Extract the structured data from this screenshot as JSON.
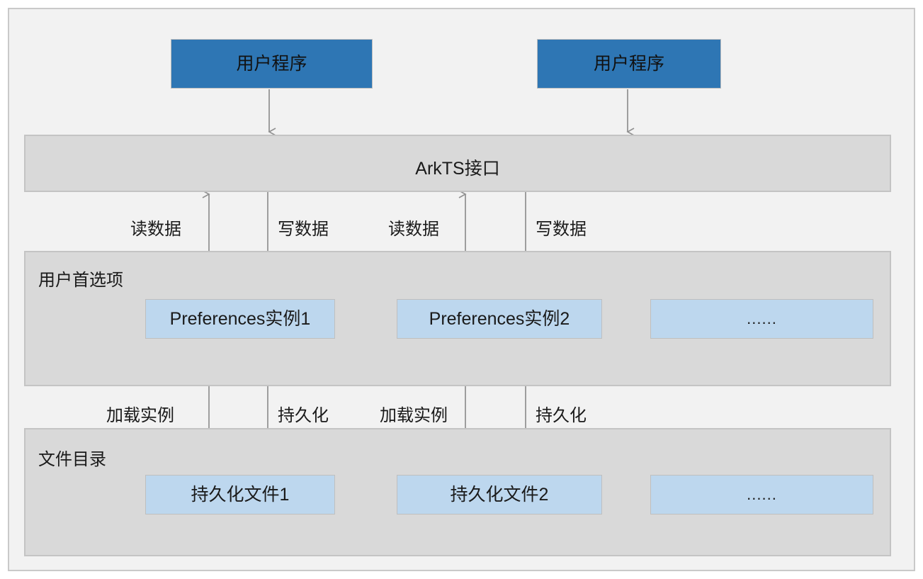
{
  "diagram": {
    "title_hidden": "",
    "colors": {
      "page_background": "#FFFFFF",
      "frame_background": "#F2F2F2",
      "frame_border": "#C9C9C9",
      "band_fill": "#D9D9D9",
      "band_border": "#C4C4C4",
      "user_box_fill": "#2E76B4",
      "instance_box_fill": "#BDD7EE",
      "box_border": "#BFBFBF",
      "arrow": "#909090",
      "text": "#1A1A1A"
    },
    "user_programs": [
      {
        "label": "用户程序"
      },
      {
        "label": "用户程序"
      }
    ],
    "interface_layer": {
      "label": "ArkTS接口"
    },
    "preferences_layer": {
      "title": "用户首选项",
      "items": [
        {
          "label": "Preferences实例1"
        },
        {
          "label": "Preferences实例2"
        },
        {
          "label": "......"
        }
      ]
    },
    "file_layer": {
      "title": "文件目录",
      "items": [
        {
          "label": "持久化文件1"
        },
        {
          "label": "持久化文件2"
        },
        {
          "label": "......"
        }
      ]
    },
    "edge_labels_upper": [
      {
        "label": "读数据"
      },
      {
        "label": "写数据"
      },
      {
        "label": "读数据"
      },
      {
        "label": "写数据"
      }
    ],
    "edge_labels_lower": [
      {
        "label": "加载实例"
      },
      {
        "label": "持久化"
      },
      {
        "label": "加载实例"
      },
      {
        "label": "持久化"
      }
    ]
  }
}
